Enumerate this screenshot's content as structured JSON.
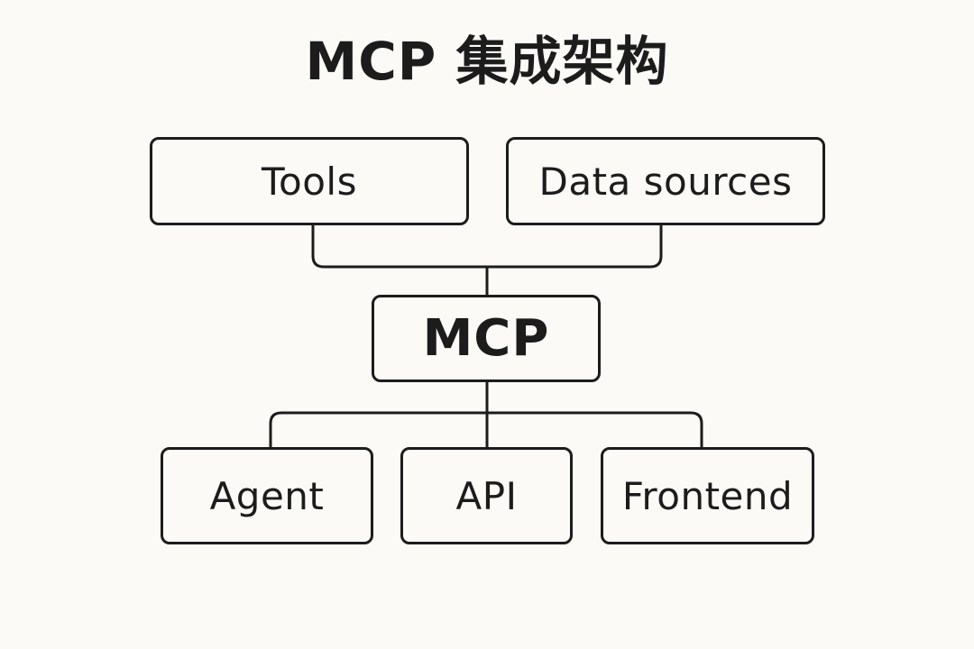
{
  "diagram": {
    "title": "MCP 集成架构",
    "nodes": {
      "tools": "Tools",
      "data_sources": "Data sources",
      "mcp": "MCP",
      "agent": "Agent",
      "api": "API",
      "frontend": "Frontend"
    },
    "edges": [
      {
        "from": "tools",
        "to": "mcp"
      },
      {
        "from": "data_sources",
        "to": "mcp"
      },
      {
        "from": "mcp",
        "to": "agent"
      },
      {
        "from": "mcp",
        "to": "api"
      },
      {
        "from": "mcp",
        "to": "frontend"
      }
    ],
    "colors": {
      "line": "#1c1c1c",
      "background": "#fbfaf7"
    }
  }
}
